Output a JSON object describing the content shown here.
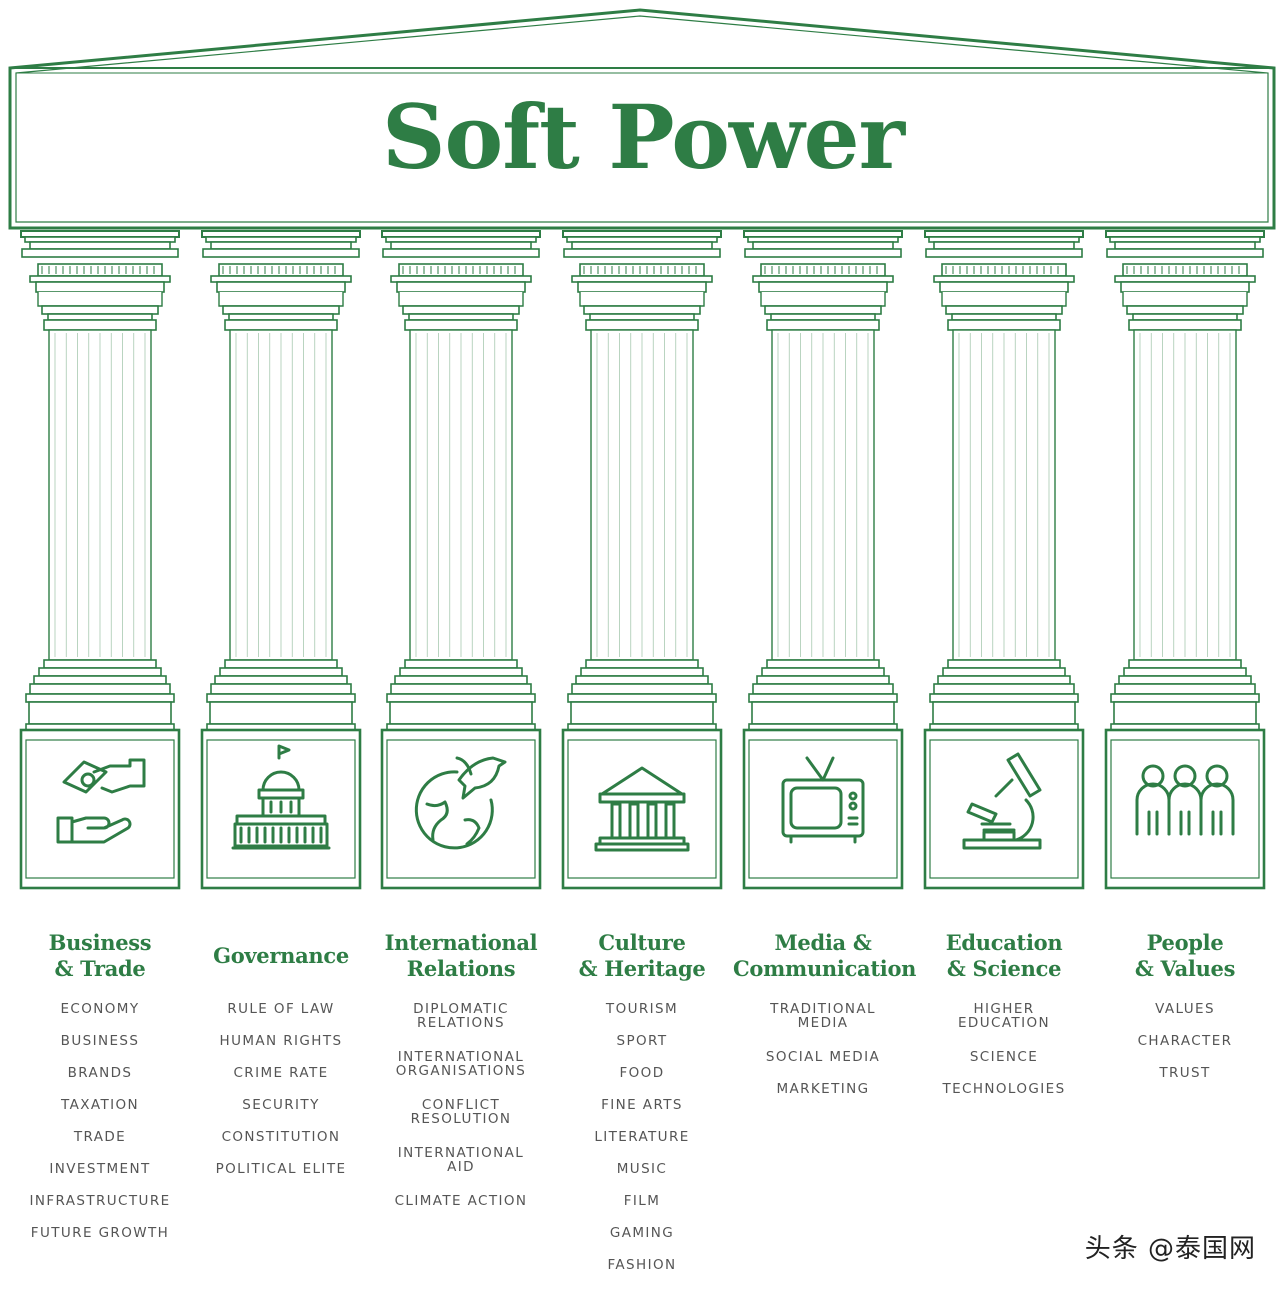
{
  "title": "Soft Power",
  "brand_color": "#2e7d45",
  "pillars": [
    {
      "heading": [
        "Business",
        "& Trade"
      ],
      "icon": "handshake-money-icon",
      "items": [
        "ECONOMY",
        "BUSINESS",
        "BRANDS",
        "TAXATION",
        "TRADE",
        "INVESTMENT",
        "INFRASTRUCTURE",
        "FUTURE GROWTH"
      ]
    },
    {
      "heading": [
        "Governance"
      ],
      "icon": "capitol-building-icon",
      "items": [
        "RULE OF LAW",
        "HUMAN RIGHTS",
        "CRIME RATE",
        "SECURITY",
        "CONSTITUTION",
        "POLITICAL ELITE"
      ]
    },
    {
      "heading": [
        "International",
        "Relations"
      ],
      "icon": "globe-dove-icon",
      "items": [
        "DIPLOMATIC|RELATIONS",
        "INTERNATIONAL|ORGANISATIONS",
        "CONFLICT|RESOLUTION",
        "INTERNATIONAL|AID",
        "CLIMATE ACTION"
      ]
    },
    {
      "heading": [
        "Culture",
        "& Heritage"
      ],
      "icon": "museum-icon",
      "items": [
        "TOURISM",
        "SPORT",
        "FOOD",
        "FINE ARTS",
        "LITERATURE",
        "MUSIC",
        "FILM",
        "GAMING",
        "FASHION"
      ]
    },
    {
      "heading": [
        "Media &",
        "Communication"
      ],
      "icon": "television-icon",
      "items": [
        "TRADITIONAL|MEDIA",
        "SOCIAL MEDIA",
        "MARKETING"
      ]
    },
    {
      "heading": [
        "Education",
        "& Science"
      ],
      "icon": "microscope-icon",
      "items": [
        "HIGHER|EDUCATION",
        "SCIENCE",
        "TECHNOLOGIES"
      ]
    },
    {
      "heading": [
        "People",
        "& Values"
      ],
      "icon": "people-group-icon",
      "items": [
        "VALUES",
        "CHARACTER",
        "TRUST"
      ]
    }
  ],
  "watermark": "头条 @泰国网"
}
